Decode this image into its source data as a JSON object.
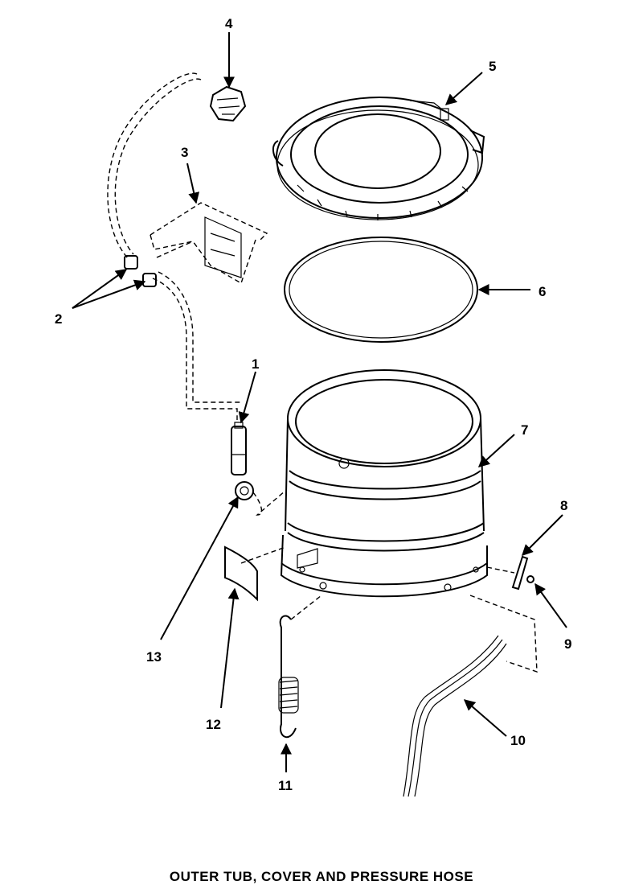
{
  "caption": "OUTER TUB, COVER AND PRESSURE HOSE",
  "callouts": {
    "c1": "1",
    "c2": "2",
    "c3": "3",
    "c4": "4",
    "c5": "5",
    "c6": "6",
    "c7": "7",
    "c8": "8",
    "c9": "9",
    "c10": "10",
    "c11": "11",
    "c12": "12",
    "c13": "13"
  },
  "colors": {
    "ink": "#000000",
    "paper": "#ffffff"
  }
}
